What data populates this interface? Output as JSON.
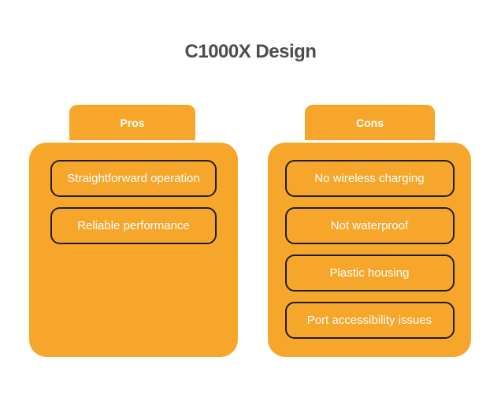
{
  "title": "C1000X Design",
  "colors": {
    "panel_orange": "#F6A72B",
    "item_border": "#1E1E1E",
    "title_text": "#4D4D4D",
    "item_text": "#FFFFFF",
    "background": "#FFFFFF"
  },
  "columns": [
    {
      "label": "Pros",
      "items": [
        "Straightforward operation",
        "Reliable performance"
      ]
    },
    {
      "label": "Cons",
      "items": [
        "No wireless charging",
        "Not waterproof",
        "Plastic housing",
        "Port accessibility issues"
      ]
    }
  ]
}
